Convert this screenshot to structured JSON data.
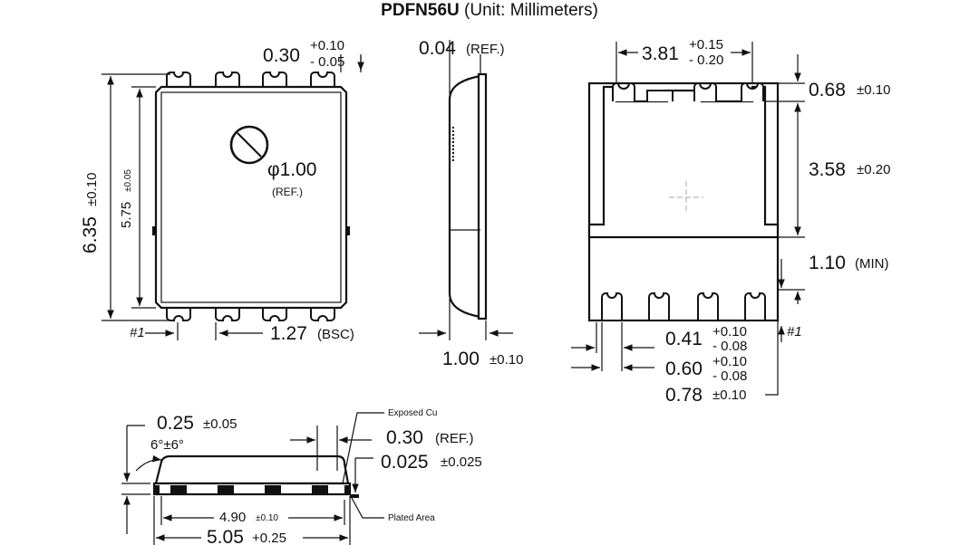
{
  "title": {
    "part": "PDFN56U",
    "unit": "(Unit: Millimeters)"
  },
  "top_view": {
    "d_width_main": "0.30",
    "d_width_tol_plus": "+0.10",
    "d_width_tol_minus": "- 0.05",
    "pin1_hole_main": "φ1.00",
    "pin1_hole_ref": "(REF.)",
    "length_total_main": "6.35",
    "length_total_tol": "±0.10",
    "length_body_main": "5.75",
    "length_body_tol": "±0.05",
    "pin1_label": "#1",
    "pitch_main": "1.27",
    "pitch_note": "(BSC)"
  },
  "side_view": {
    "offset_main": "0.04",
    "offset_note": "(REF.)",
    "thickness_main": "1.00",
    "thickness_tol": "±0.10"
  },
  "bottom_view": {
    "pad_span_main": "3.81",
    "pad_span_tol_plus": "+0.15",
    "pad_span_tol_minus": "- 0.20",
    "lead_len_main": "0.68",
    "lead_len_tol": "±0.10",
    "epad_len_main": "3.58",
    "epad_len_tol": "±0.20",
    "gap_main": "1.10",
    "gap_note": "(MIN)",
    "pin1_label": "#1",
    "lead_w1_main": "0.41",
    "lead_w1_tol_plus": "+0.10",
    "lead_w1_tol_minus": "- 0.08",
    "lead_w2_main": "0.60",
    "lead_w2_tol_plus": "+0.10",
    "lead_w2_tol_minus": "- 0.08",
    "lead_w3_main": "0.78",
    "lead_w3_tol": "±0.10"
  },
  "profile_view": {
    "exposed_cu": "Exposed Cu",
    "plated_area": "Plated Area",
    "chamfer_main": "0.25",
    "chamfer_tol": "±0.05",
    "angle": "6°±6°",
    "lead_ref_main": "0.30",
    "lead_ref_note": "(REF.)",
    "standoff_main": "0.025",
    "standoff_tol": "±0.025",
    "body_len_main": "4.90",
    "body_len_tol": "±0.10",
    "total_len_main": "5.05",
    "total_len_tol": "+0.25"
  }
}
